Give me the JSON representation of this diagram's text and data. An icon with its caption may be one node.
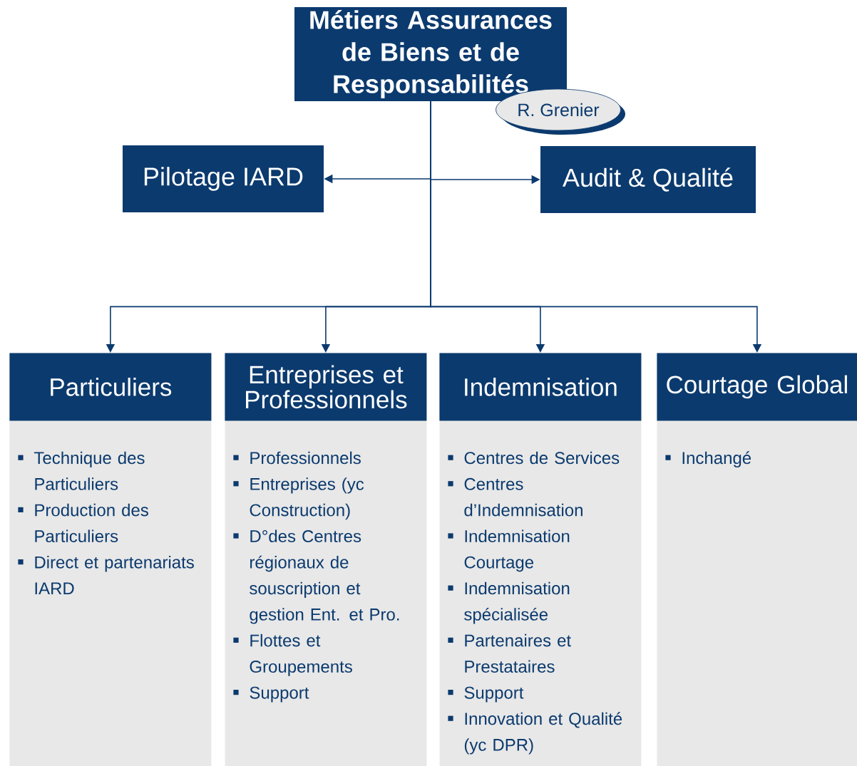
{
  "diagram": {
    "nodes": [
      {
        "text": [
          "Métiers Assurances de Biens et de Responsabilités"
        ]
      },
      {
        "text": [
          "R. Grenier"
        ]
      },
      {
        "text": [
          "Pilotage IARD"
        ]
      },
      {
        "text": [
          "Audit & Qualité"
        ]
      },
      {
        "text": [
          "Particuliers",
          "Technique des Particuliers",
          "Production des Particuliers",
          "Direct et partenariats IARD"
        ]
      },
      {
        "text": [
          "Entreprises et Professionnels",
          "Professionnels",
          "Entreprises (yc Construction)",
          "D°des Centres régionaux de souscription et gestion Ent. et Pro.",
          "Flottes et Groupements",
          "Support"
        ]
      },
      {
        "text": [
          "Indemnisation",
          "Centres de Services",
          "Centres d’Indemnisation",
          "Indemnisation Courtage",
          "Indemnisation spécialisée",
          "Partenaires et Prestataires",
          "Support",
          "Innovation et Qualité (yc DPR)"
        ]
      },
      {
        "text": [
          "Courtage Global",
          "Inchangé"
        ]
      }
    ],
    "edges": [
      {
        "from": 0,
        "to": 2,
        "arrow": "to"
      },
      {
        "from": 0,
        "to": 3,
        "arrow": "to"
      },
      {
        "from": 0,
        "to": 4,
        "arrow": "to"
      },
      {
        "from": 0,
        "to": 5,
        "arrow": "to"
      },
      {
        "from": 0,
        "to": 6,
        "arrow": "to"
      },
      {
        "from": 0,
        "to": 7,
        "arrow": "to"
      }
    ]
  }
}
